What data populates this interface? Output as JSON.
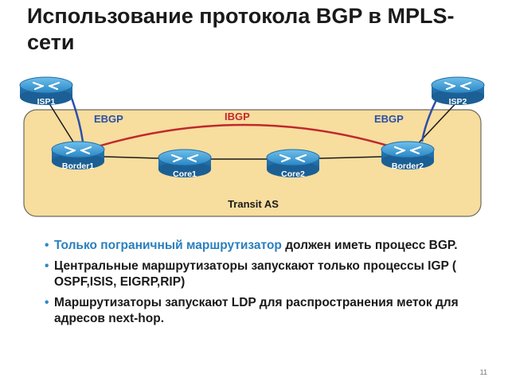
{
  "title": "Использование протокола BGP в MPLS-сети",
  "transit_as_label": "Transit AS",
  "session_labels": {
    "ebgp_left": "EBGP",
    "ibgp": "IBGP",
    "ebgp_right": "EBGP"
  },
  "routers": {
    "isp1": "ISP1",
    "isp2": "ISP2",
    "border1": "Border1",
    "core1": "Core1",
    "core2": "Core2",
    "border2": "Border2"
  },
  "bullets": [
    {
      "accent": "Только пограничный маршрутизатор",
      "text": " должен иметь процесс BGP."
    },
    {
      "accent": "",
      "text": "Центральные маршрутизаторы запускают только процессы IGP ( OSPF,ISIS, EIGRP,RIP)"
    },
    {
      "accent": "",
      "text": "Маршрутизаторы запускают LDP для распространения меток для адресов next-hop."
    }
  ],
  "page_number": "11",
  "colors": {
    "transit_fill": "#f7dd9e",
    "ibgp_line": "#c0282d",
    "ebgp_line": "#2b4fa8",
    "router_body": "#2a82bf",
    "accent_text": "#2a7fbf"
  }
}
